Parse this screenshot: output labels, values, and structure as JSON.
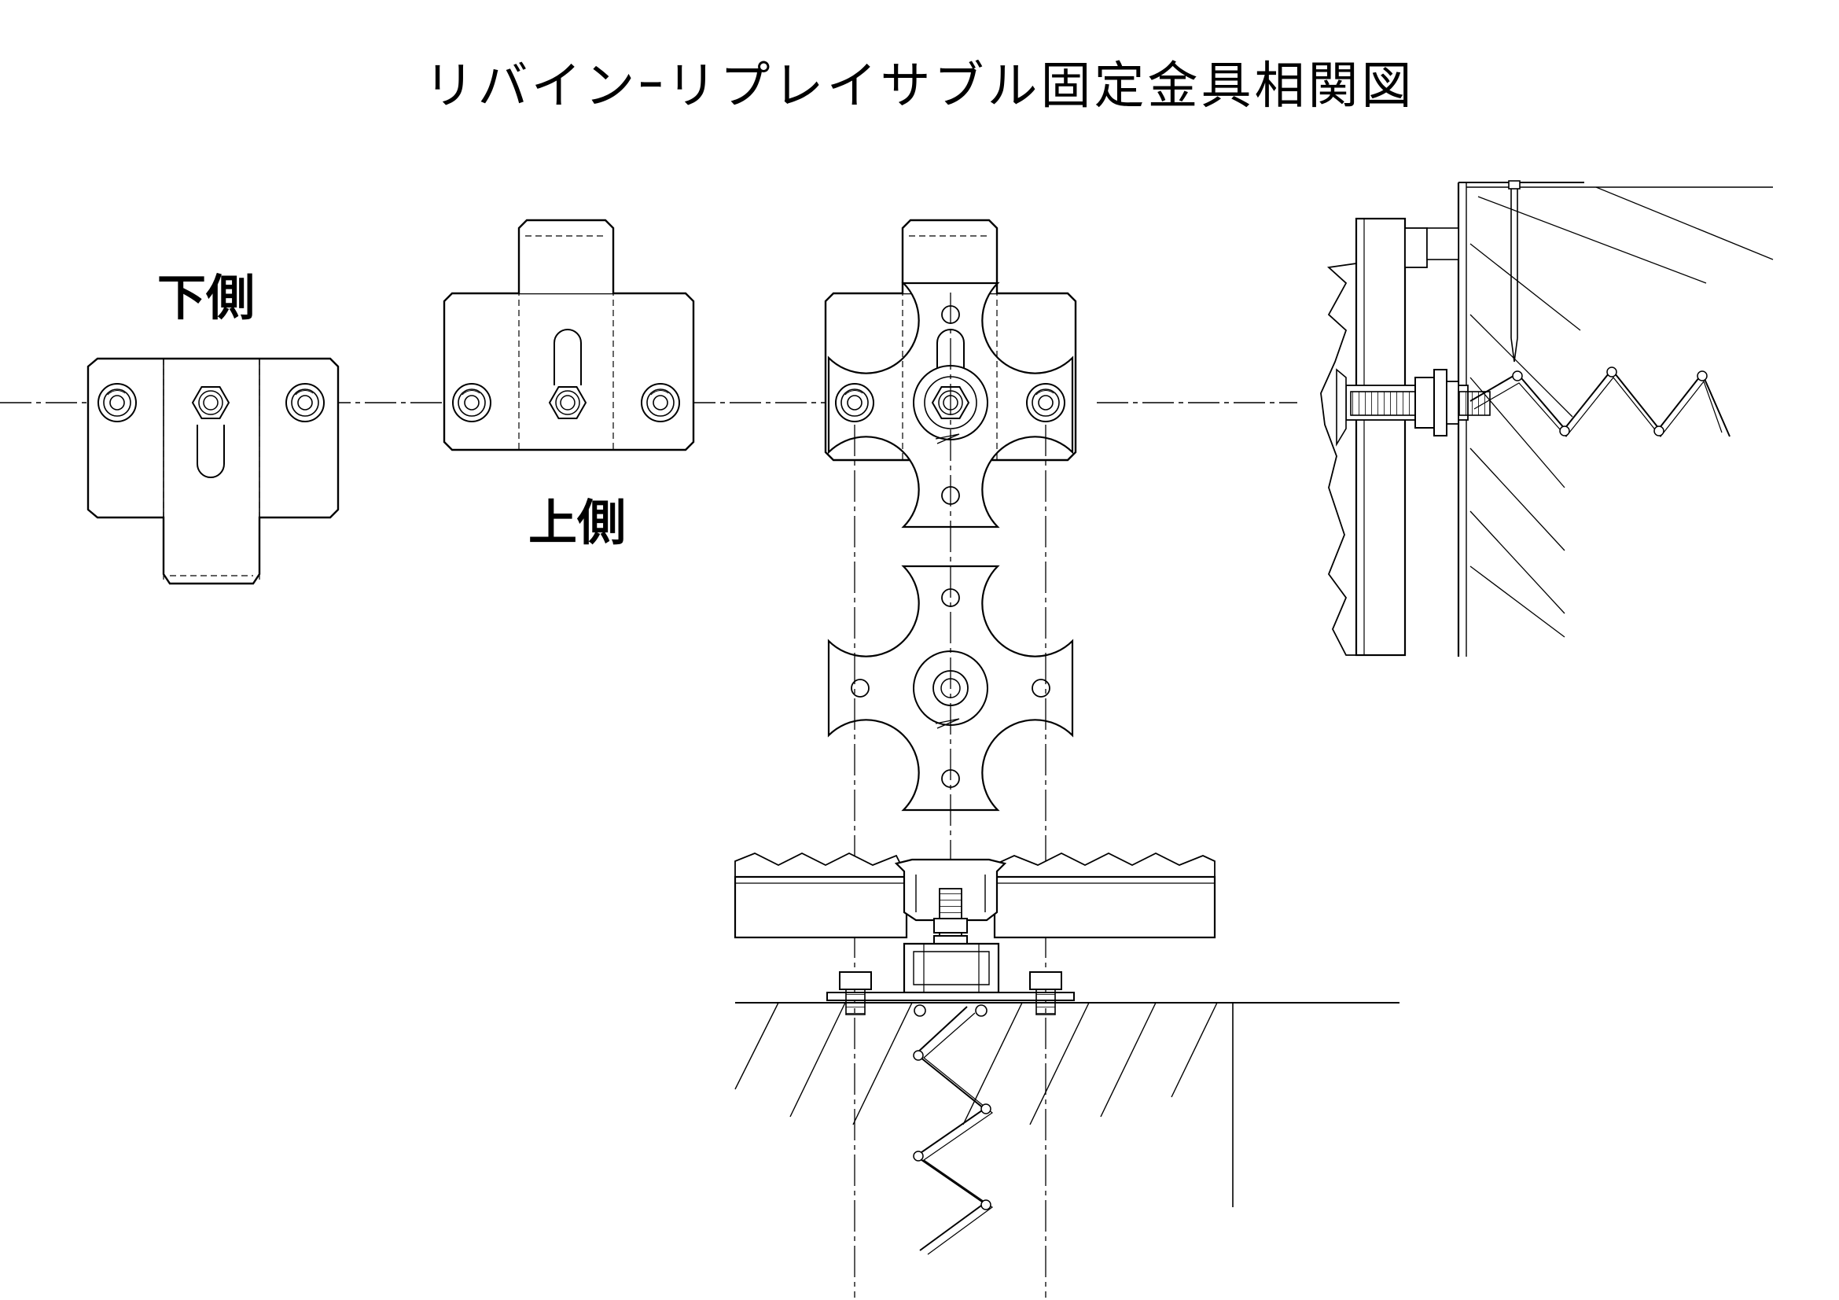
{
  "title": "リバインｰリプレイサブル固定金具相関図",
  "labels": {
    "lower_side": "下側",
    "upper_side": "上側"
  },
  "colors": {
    "line": "#000000",
    "background": "#ffffff"
  }
}
